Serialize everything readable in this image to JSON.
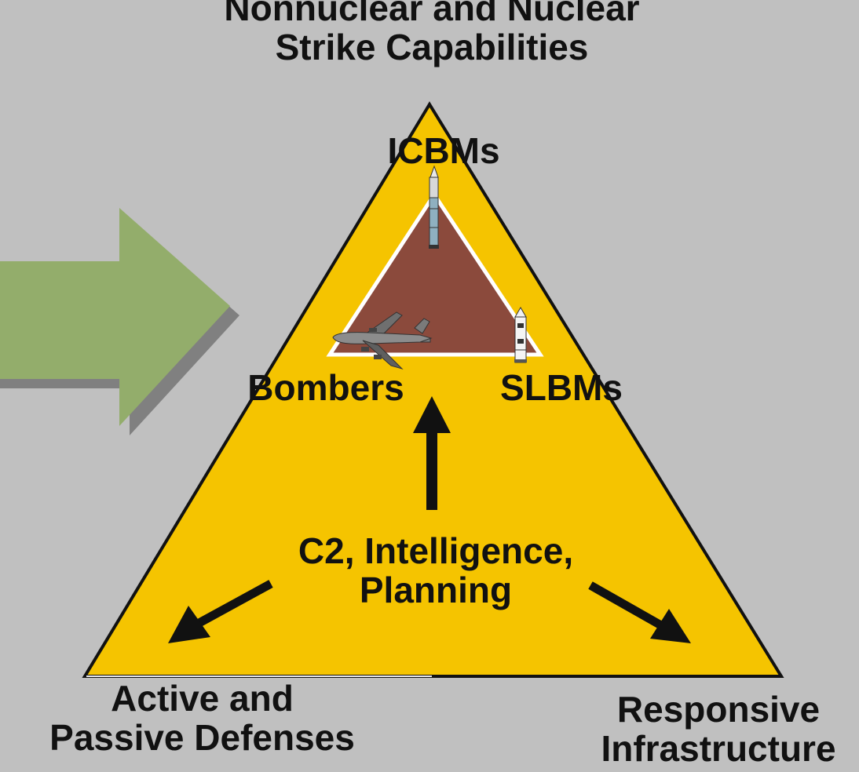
{
  "title": {
    "line1": "Nonnuclear and Nuclear",
    "line2": "Strike Capabilities"
  },
  "inner_triad": {
    "top": "ICBMs",
    "left": "Bombers",
    "right": "SLBMs"
  },
  "center": {
    "line1": "C2, Intelligence,",
    "line2": "Planning"
  },
  "bottom_left": {
    "line1": "Active and",
    "line2": "Passive Defenses"
  },
  "bottom_right": {
    "line1": "Responsive",
    "line2": "Infrastructure"
  },
  "colors": {
    "background": "#c0c0c0",
    "outer_triangle": "#f5c400",
    "inner_triangle": "#8b4a3c",
    "green_arrow": "#93ad6b",
    "arrow_shadow": "#808080",
    "outline": "#111111"
  }
}
